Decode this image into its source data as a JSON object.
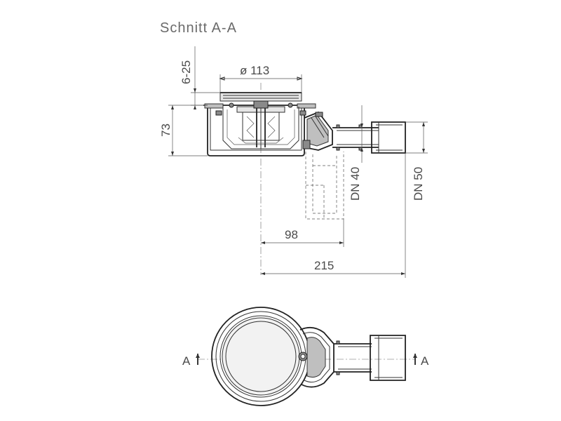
{
  "drawing": {
    "title": "Schnitt A-A",
    "dimensions": {
      "grate_diameter": "ø 113",
      "height_range": "6-25",
      "body_height": "73",
      "outlet_dn40": "DN 40",
      "outlet_dn50": "DN 50",
      "offset_98": "98",
      "total_215": "215"
    },
    "section_marks": {
      "left": "A",
      "right": "A"
    }
  }
}
